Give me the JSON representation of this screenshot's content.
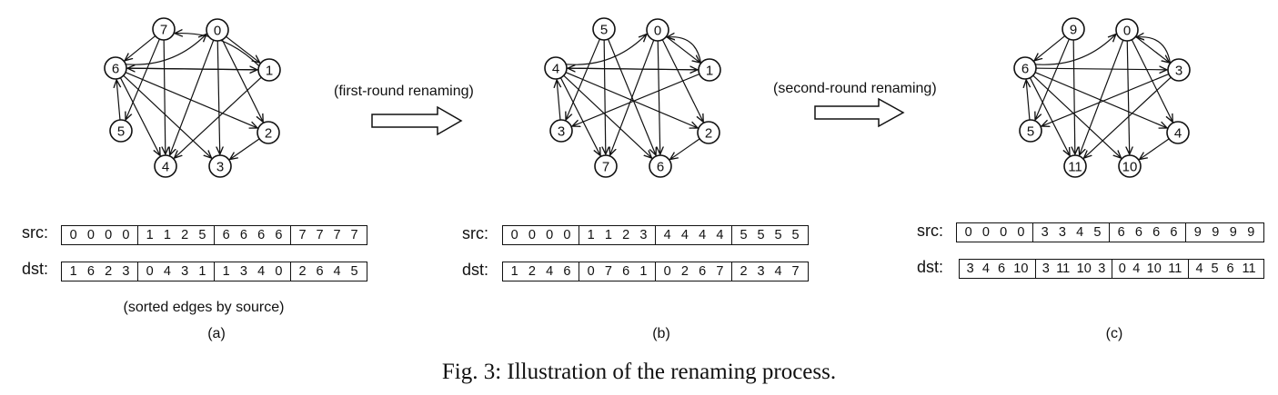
{
  "panels": [
    {
      "id": "a",
      "label": "(a)",
      "note": "(sorted edges by source)",
      "nodes": [
        "7",
        "0",
        "6",
        "1",
        "5",
        "2",
        "4",
        "3"
      ],
      "src_label": "src:",
      "dst_label": "dst:",
      "src_groups": [
        [
          "0",
          "0",
          "0",
          "0"
        ],
        [
          "1",
          "1",
          "2",
          "5"
        ],
        [
          "6",
          "6",
          "6",
          "6"
        ],
        [
          "7",
          "7",
          "7",
          "7"
        ]
      ],
      "dst_groups": [
        [
          "1",
          "6",
          "2",
          "3"
        ],
        [
          "0",
          "4",
          "3",
          "1"
        ],
        [
          "1",
          "3",
          "4",
          "0"
        ],
        [
          "2",
          "6",
          "4",
          "5"
        ]
      ]
    },
    {
      "id": "b",
      "label": "(b)",
      "nodes": [
        "5",
        "0",
        "4",
        "1",
        "3",
        "2",
        "7",
        "6"
      ],
      "src_label": "src:",
      "dst_label": "dst:",
      "src_groups": [
        [
          "0",
          "0",
          "0",
          "0"
        ],
        [
          "1",
          "1",
          "2",
          "3"
        ],
        [
          "4",
          "4",
          "4",
          "4"
        ],
        [
          "5",
          "5",
          "5",
          "5"
        ]
      ],
      "dst_groups": [
        [
          "1",
          "2",
          "4",
          "6"
        ],
        [
          "0",
          "7",
          "6",
          "1"
        ],
        [
          "0",
          "2",
          "6",
          "7"
        ],
        [
          "2",
          "3",
          "4",
          "7"
        ]
      ]
    },
    {
      "id": "c",
      "label": "(c)",
      "nodes": [
        "9",
        "0",
        "6",
        "3",
        "5",
        "4",
        "11",
        "10"
      ],
      "src_label": "src:",
      "dst_label": "dst:",
      "src_groups": [
        [
          "0",
          "0",
          "0",
          "0"
        ],
        [
          "3",
          "3",
          "4",
          "5"
        ],
        [
          "6",
          "6",
          "6",
          "6"
        ],
        [
          "9",
          "9",
          "9",
          "9"
        ]
      ],
      "dst_groups": [
        [
          "3",
          "4",
          "6",
          "10"
        ],
        [
          "3",
          "11",
          "10",
          "3"
        ],
        [
          "0",
          "4",
          "10",
          "11"
        ],
        [
          "4",
          "5",
          "6",
          "11"
        ]
      ]
    }
  ],
  "arrows": [
    {
      "label": "(first-round renaming)"
    },
    {
      "label": "(second-round renaming)"
    }
  ],
  "figure_caption": "Fig. 3: Illustration of the renaming process."
}
